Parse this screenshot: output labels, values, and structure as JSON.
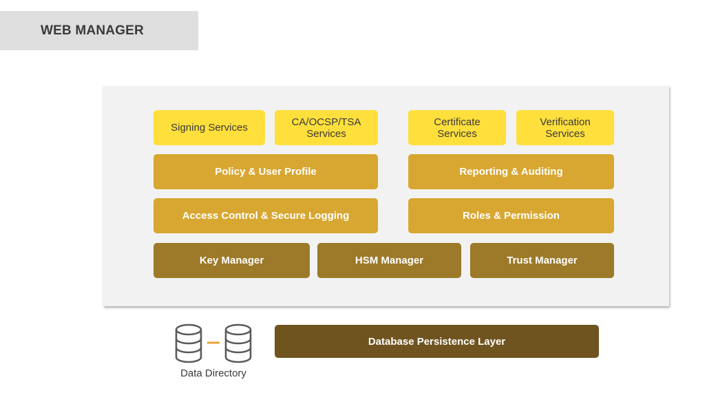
{
  "header": {
    "title": "WEB MANAGER"
  },
  "services": {
    "signing": "Signing Services",
    "ca_line1": "CA/OCSP/TSA",
    "ca_line2": "Services",
    "cert_line1": "Certificate",
    "cert_line2": "Services",
    "verif_line1": "Verification",
    "verif_line2": "Services"
  },
  "layers": {
    "policy": "Policy & User Profile",
    "reporting": "Reporting & Auditing",
    "access": "Access Control & Secure Logging",
    "roles": "Roles & Permission",
    "key_manager": "Key Manager",
    "hsm_manager": "HSM Manager",
    "trust_manager": "Trust Manager",
    "database": "Database Persistence Layer"
  },
  "data_directory": {
    "label": "Data Directory"
  },
  "colors": {
    "service": "#ffdf3c",
    "middle": "#d7a731",
    "manager": "#9c7a29",
    "database": "#6f541f",
    "connector": "#e8a33a"
  },
  "icons": {
    "database": "database-icon"
  }
}
